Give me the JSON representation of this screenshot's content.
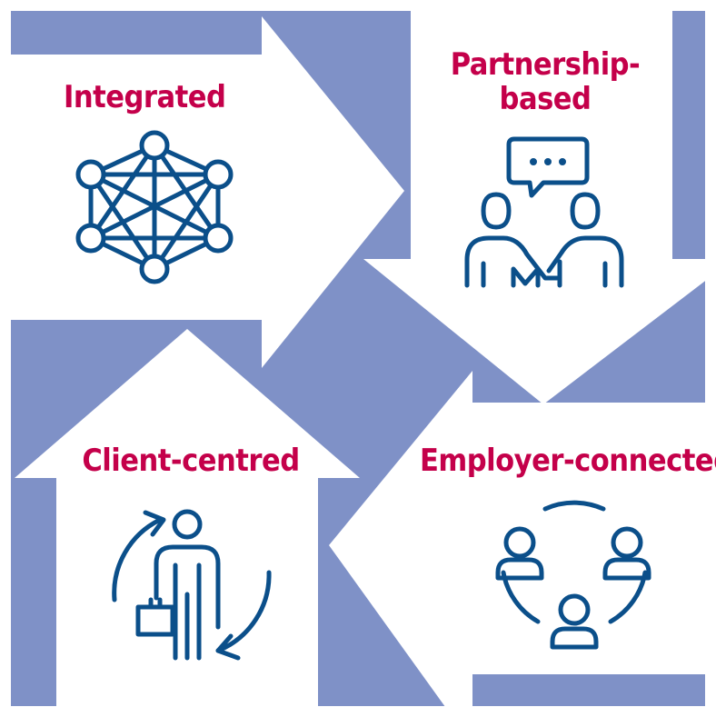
{
  "colors": {
    "background_block": "#7f91c7",
    "arrow_fill": "#ffffff",
    "label_color": "#c4004a",
    "icon_color": "#0b4f8a"
  },
  "quadrants": {
    "integrated": {
      "label": "Integrated",
      "icon": "network-icon"
    },
    "partnership": {
      "label_line1": "Partnership-",
      "label_line2": "based",
      "icon": "handshake-chat-icon"
    },
    "client": {
      "label": "Client-centred",
      "icon": "person-cycle-icon"
    },
    "employer": {
      "label": "Employer-connected",
      "icon": "group-network-icon"
    }
  }
}
